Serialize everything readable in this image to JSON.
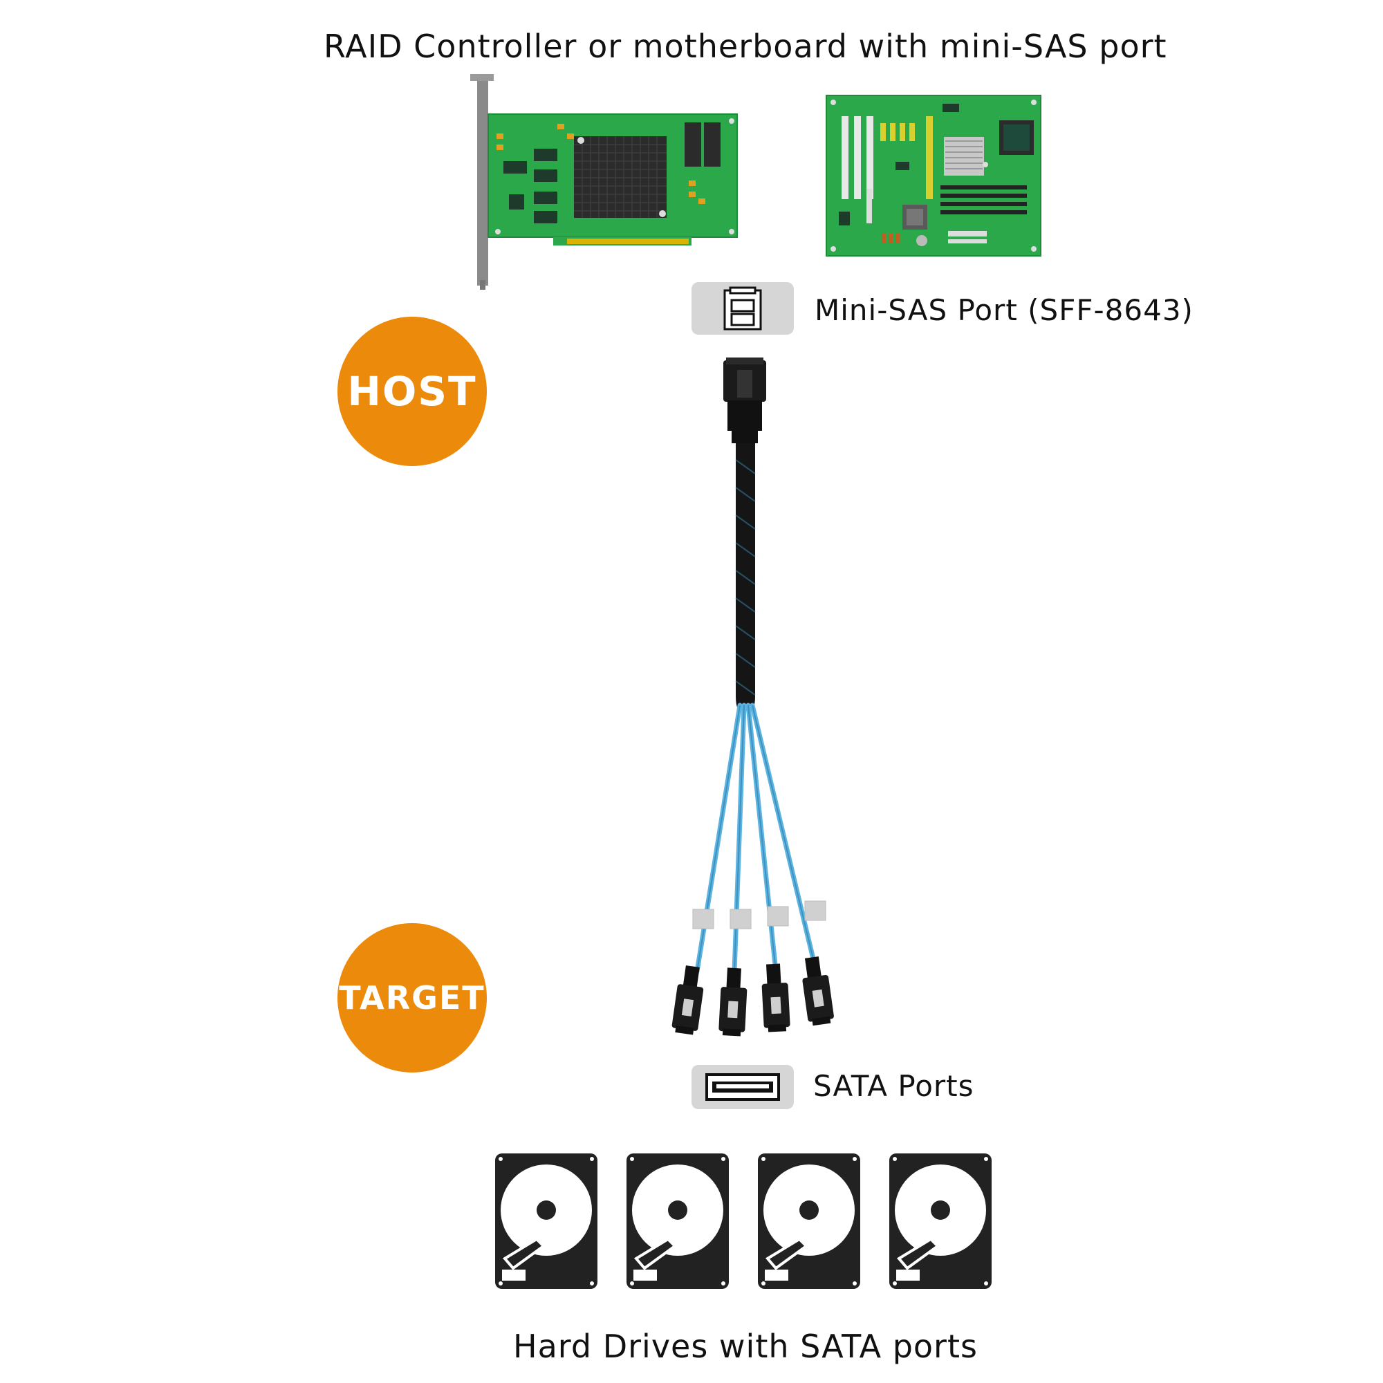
{
  "header": {
    "title": "RAID Controller or motherboard with mini-SAS port"
  },
  "host_badge": {
    "label": "HOST"
  },
  "target_badge": {
    "label": "TARGET"
  },
  "mini_sas_port": {
    "label": "Mini-SAS Port (SFF-8643)",
    "icon": "mini-sas-port-icon"
  },
  "sata_port": {
    "label": "SATA Ports",
    "icon": "sata-port-icon"
  },
  "footer": {
    "title": "Hard Drives with SATA ports"
  },
  "drives": [
    {
      "icon": "hard-drive-icon"
    },
    {
      "icon": "hard-drive-icon"
    },
    {
      "icon": "hard-drive-icon"
    },
    {
      "icon": "hard-drive-icon"
    }
  ],
  "colors": {
    "badge": "#ec8a0c",
    "pcb": "#2aa84a",
    "cable_blue": "#5ab3e0",
    "port_box": "#d6d6d6",
    "drive": "#222222"
  }
}
